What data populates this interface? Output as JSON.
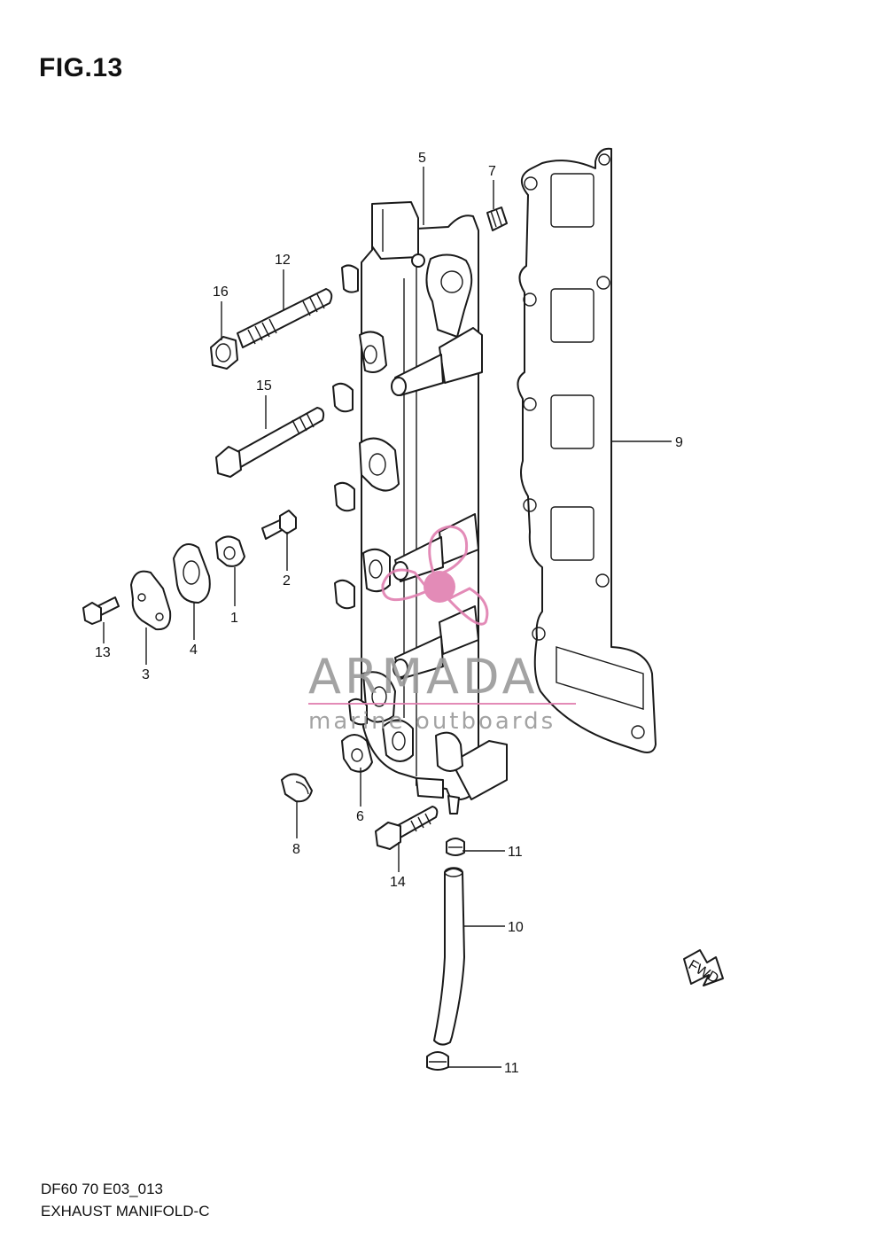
{
  "figure_title": "FIG.13",
  "footer": {
    "code": "DF60 70 E03_013",
    "name": "EXHAUST MANIFOLD-C"
  },
  "watermark": {
    "brand": "ARMADA",
    "tagline": "marine outboards",
    "color": "#e07fb0"
  },
  "direction_tag": "FWD",
  "callouts": {
    "p1": "1",
    "p2": "2",
    "p3": "3",
    "p4": "4",
    "p5": "5",
    "p6": "6",
    "p7": "7",
    "p8": "8",
    "p9": "9",
    "p10": "10",
    "p11a": "11",
    "p11b": "11",
    "p12": "12",
    "p13": "13",
    "p14": "14",
    "p15": "15",
    "p16": "16"
  }
}
